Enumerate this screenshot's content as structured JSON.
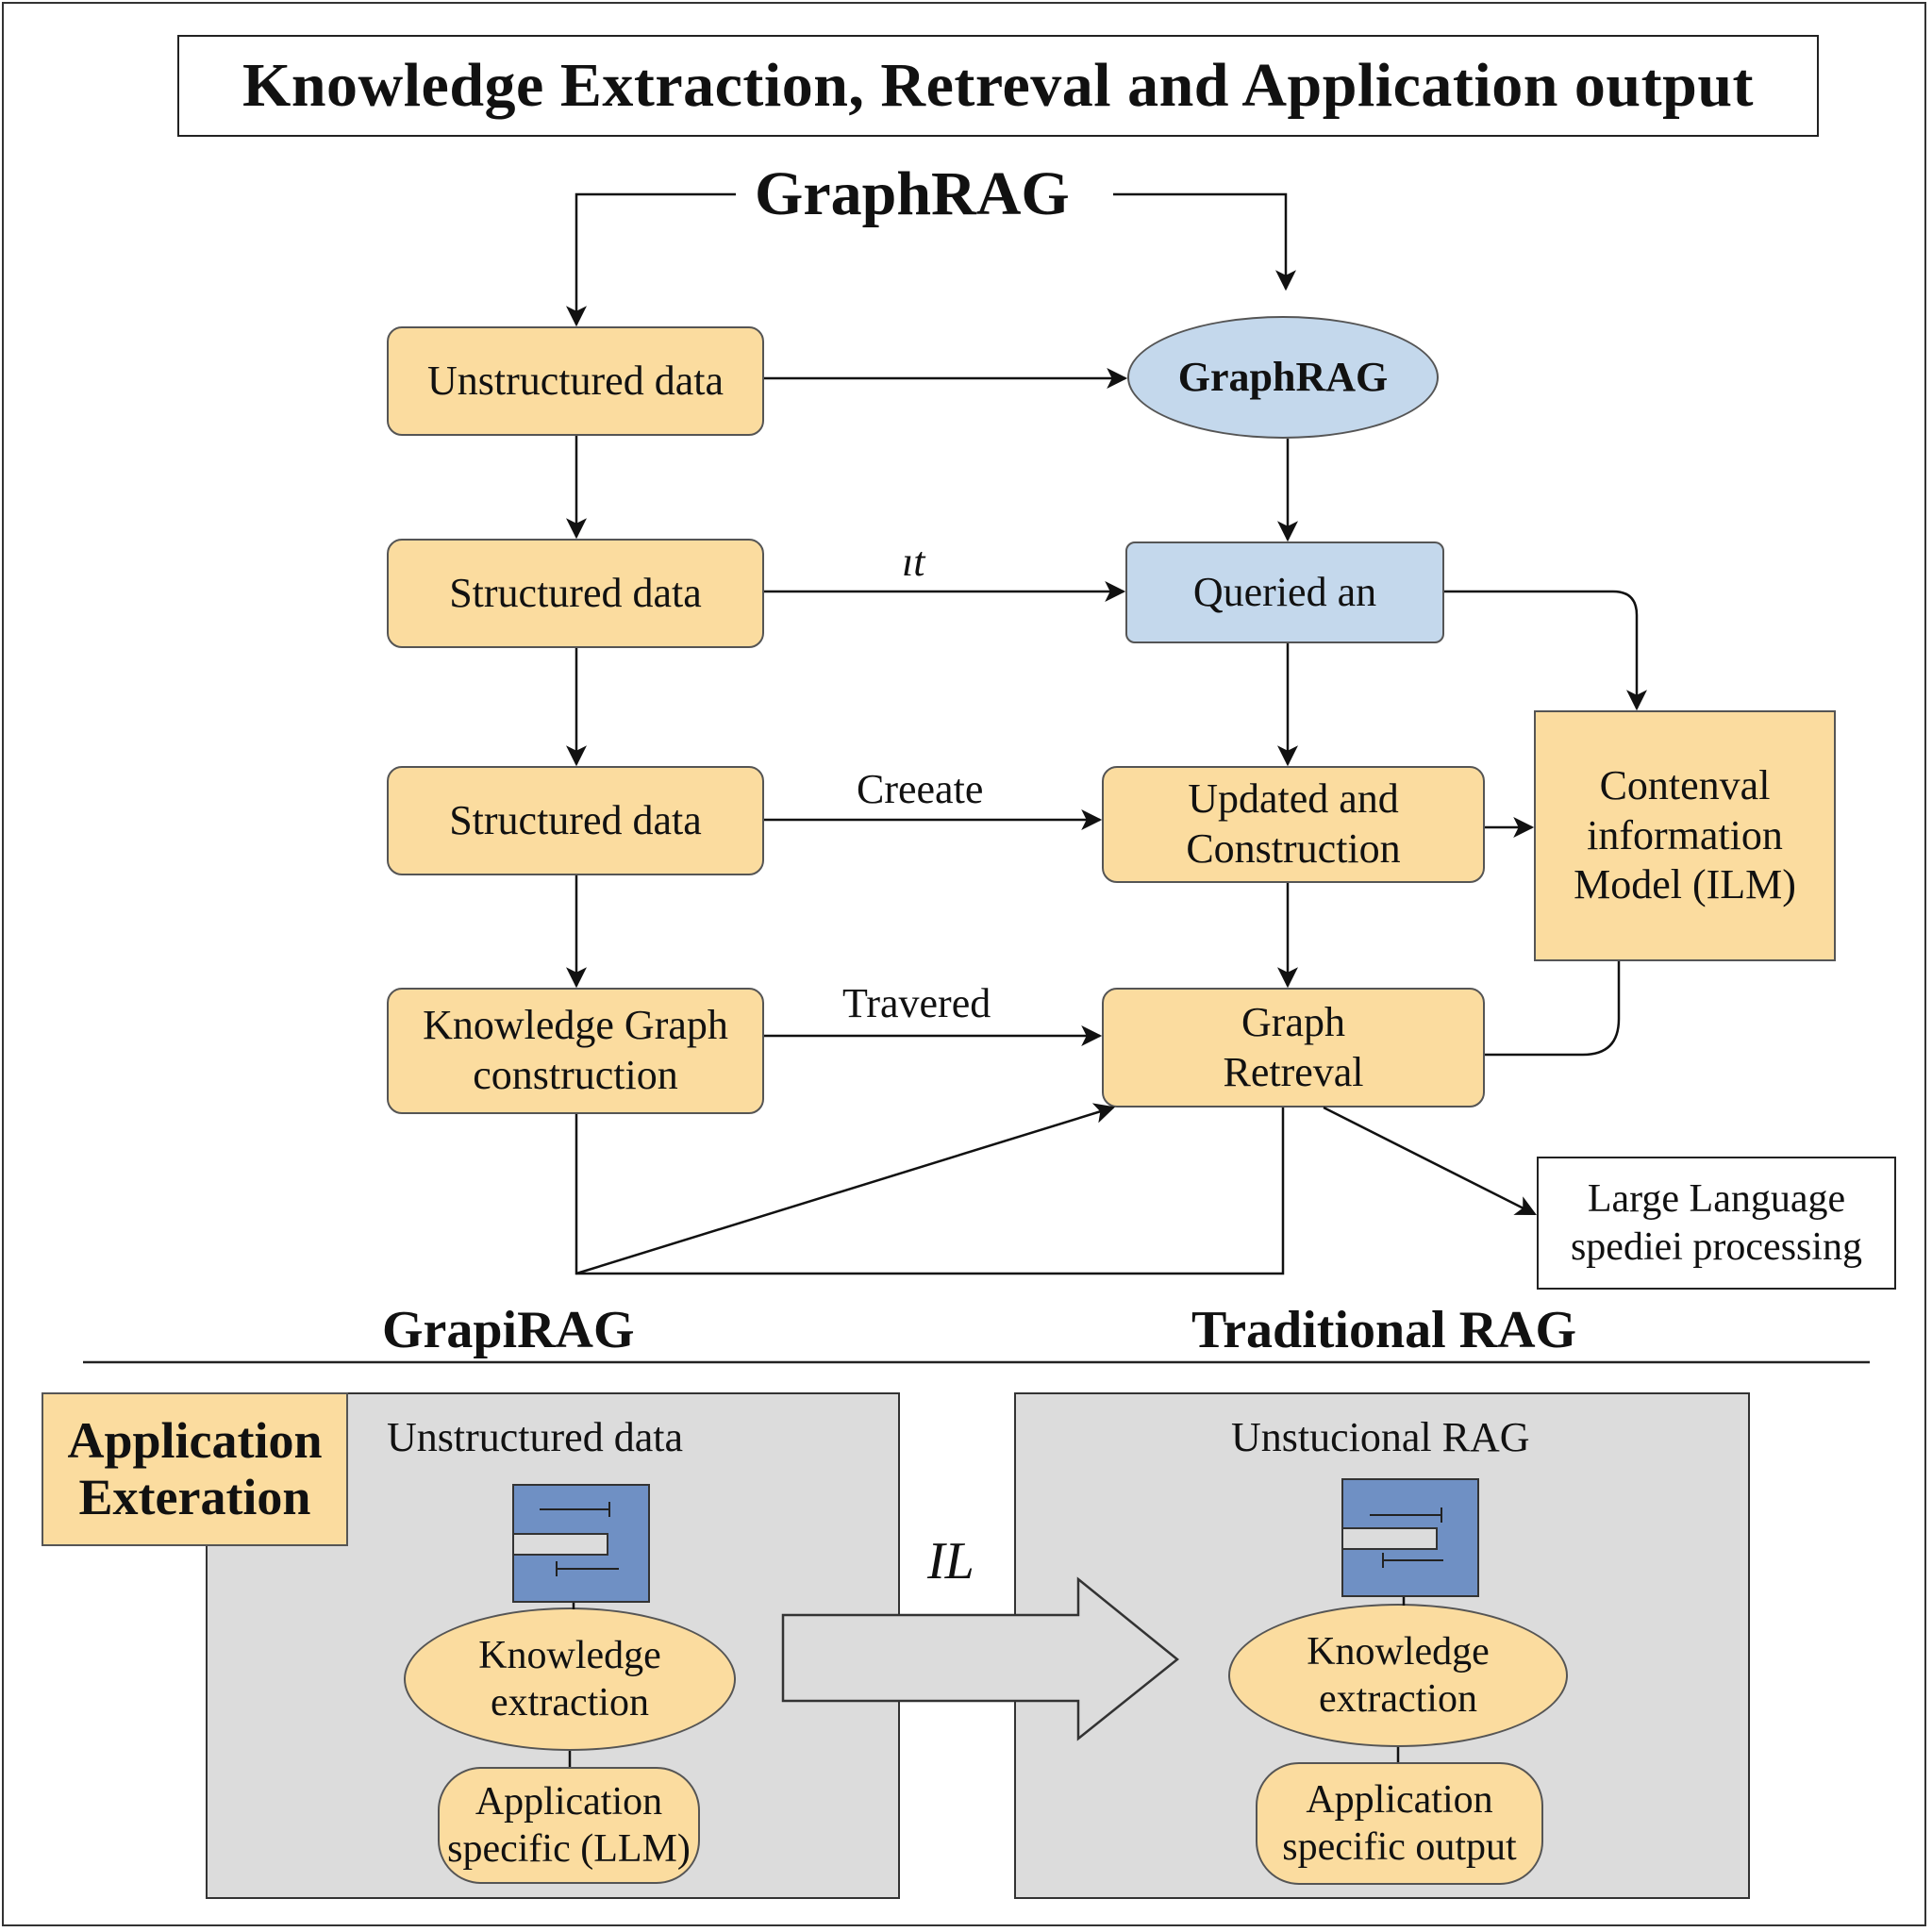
{
  "title": "Knowledge Extraction, Retreval and Application output",
  "top_heading": "GraphRAG",
  "left_column": {
    "unstructured": "Unstructured data",
    "structured_1": "Structured data",
    "structured_2": "Structured data",
    "kg_construction": "Knowledge Graph construction"
  },
  "right_column": {
    "graphrag_ellipse": "GraphRAG",
    "queried": "Queried an",
    "updated": "Updated and Construction",
    "graph_retrieval": "Graph Retreval",
    "contextual_model": "Contenval information Model (ILM)",
    "large_language": "Large Language spediei processing"
  },
  "edge_labels": {
    "structured_to_queried": "ıt",
    "create": "Creeate",
    "traversed": "Travered"
  },
  "section_headings": {
    "left": "GrapiRAG",
    "right": "Traditional RAG"
  },
  "bottom_left": {
    "tag": "Application Exteration",
    "panel_title": "Unstructured data",
    "ellipse": "Knowledge extraction",
    "pill": "Application specific (LLM)"
  },
  "bottom_arrow_label": "IL",
  "bottom_right": {
    "panel_title": "Unstucional RAG",
    "ellipse": "Knowledge extraction",
    "pill": "Application specific output"
  },
  "colors": {
    "orange_fill": "#fbdc9f",
    "blue_fill": "#c4d8ec",
    "panel_gray": "#dcdcdc",
    "icon_blue": "#6f90c4"
  }
}
